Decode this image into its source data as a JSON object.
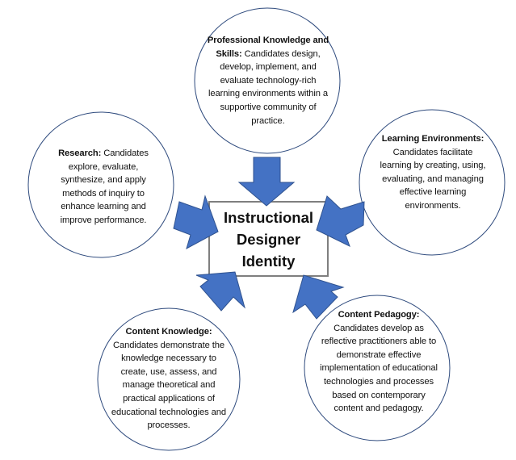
{
  "diagram": {
    "center": {
      "title": "Instructional Designer Identity"
    },
    "colors": {
      "arrow_fill": "#4472C4",
      "arrow_stroke": "#2F528F",
      "circle_stroke": "#2E4A7D",
      "box_stroke": "#7F7F7F"
    },
    "nodes": [
      {
        "id": "professional-knowledge",
        "heading": "Professional Knowledge and Skills:",
        "body": "Candidates design, develop, implement, and evaluate technology-rich learning environments within a supportive community of practice."
      },
      {
        "id": "research",
        "heading": "Research:",
        "body": "Candidates explore, evaluate, synthesize, and apply methods of inquiry to enhance learning and improve performance."
      },
      {
        "id": "learning-environments",
        "heading": "Learning Environments:",
        "body": "Candidates facilitate learning by creating, using, evaluating, and managing effective learning environments."
      },
      {
        "id": "content-knowledge",
        "heading": "Content Knowledge:",
        "body": "Candidates demonstrate the knowledge necessary to create, use, assess, and manage theoretical and practical applications of educational technologies and processes."
      },
      {
        "id": "content-pedagogy",
        "heading": "Content Pedagogy:",
        "body": "Candidates develop as reflective practitioners able to demonstrate effective implementation of educational technologies and processes based on contemporary content and pedagogy."
      }
    ]
  }
}
